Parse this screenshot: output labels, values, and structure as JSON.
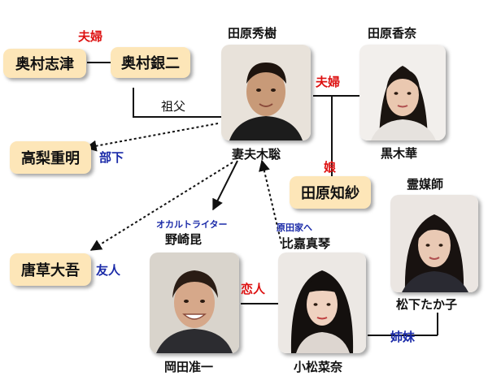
{
  "boxes": {
    "okumura_shizu": "奥村志津",
    "okumura_ginji": "奥村銀二",
    "takanashi": "高梨重明",
    "tanaka_chisa": "田原知紗",
    "karakusa": "唐草大吾"
  },
  "names": {
    "tahara_hideki": "田原秀樹",
    "tahara_kana": "田原香奈",
    "tsumabuki": "妻夫木聡",
    "kuroki": "黒木華",
    "nozaki_title": "野崎昆",
    "higa_title": "比嘉真琴",
    "okada": "岡田准一",
    "komatsu": "小松菜奈",
    "reibaishi": "霊媒師",
    "matsu": "松下たか子"
  },
  "relations": {
    "fufu_top": "夫婦",
    "fufu_right": "夫婦",
    "sofu": "祖父",
    "buka": "部下",
    "musume": "娘",
    "yujin": "友人",
    "koibito": "恋人",
    "shimai": "姉妹",
    "occult_writer": "オカルトライター",
    "haradake": "原田家へ"
  },
  "colors": {
    "box_fill": "#fde6b8",
    "relation_red": "#d11111",
    "relation_blue": "#1a2aa8"
  }
}
